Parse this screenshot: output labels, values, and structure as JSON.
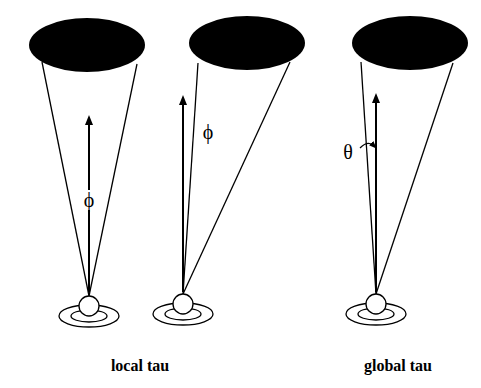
{
  "diagram": {
    "labels": [
      "ϕ",
      "ϕ",
      "θ",
      "local tau",
      "global tau"
    ]
  }
}
